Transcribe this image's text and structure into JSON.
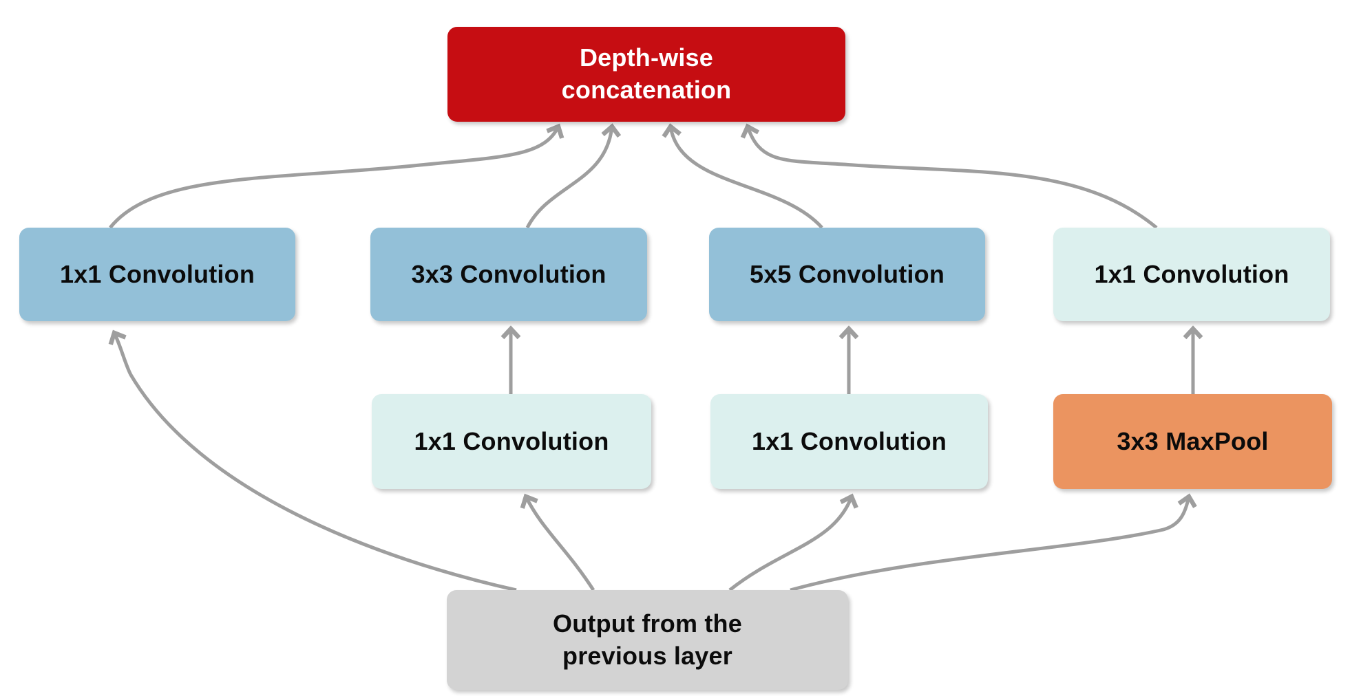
{
  "diagram": {
    "background_color": "#FFFFFF",
    "arrow_color": "#9E9E9E",
    "nodes": {
      "concat": {
        "line1": "Depth-wise",
        "line2": "concatenation",
        "color": "#C60D12",
        "text_color": "#FFFFFF"
      },
      "branch1_conv1x1": {
        "label": "1x1 Convolution",
        "color": "#93C0D8",
        "text_color": "#0B0B0B"
      },
      "branch2_conv3x3": {
        "label": "3x3 Convolution",
        "color": "#93C0D8",
        "text_color": "#0B0B0B"
      },
      "branch3_conv5x5": {
        "label": "5x5 Convolution",
        "color": "#93C0D8",
        "text_color": "#0B0B0B"
      },
      "branch4_conv1x1": {
        "label": "1x1 Convolution",
        "color": "#DCF0EE",
        "text_color": "#0B0B0B"
      },
      "branch2_conv1x1": {
        "label": "1x1 Convolution",
        "color": "#DCF0EE",
        "text_color": "#0B0B0B"
      },
      "branch3_conv1x1": {
        "label": "1x1 Convolution",
        "color": "#DCF0EE",
        "text_color": "#0B0B0B"
      },
      "branch4_maxpool": {
        "label": "3x3 MaxPool",
        "color": "#EB9460",
        "text_color": "#0B0B0B"
      },
      "input": {
        "line1": "Output from the",
        "line2": "previous layer",
        "color": "#D3D3D3",
        "text_color": "#0B0B0B"
      }
    }
  }
}
